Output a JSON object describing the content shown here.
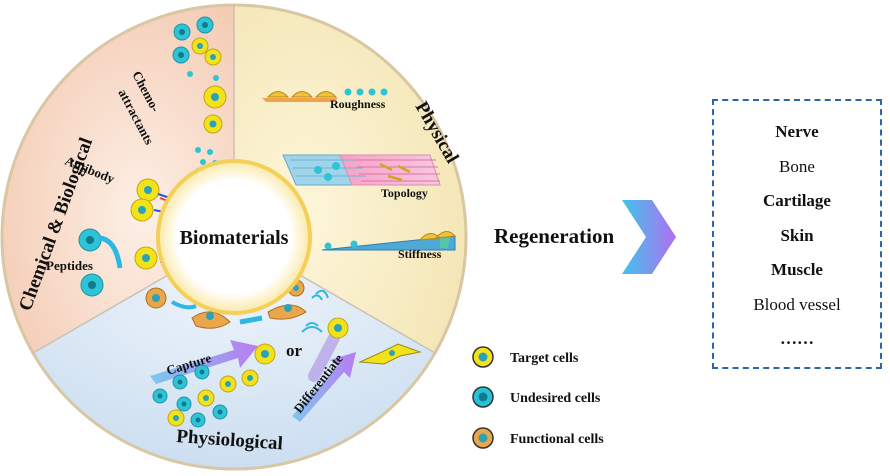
{
  "center_label": "Biomaterials",
  "sectors": {
    "chemical": "Chemical & Biological",
    "physical": "Physical",
    "physiological": "Physiological"
  },
  "chem_items": {
    "chemo1": "Chemo-",
    "chemo2": "attractants",
    "antibody": "Antibody",
    "peptides": "Peptides"
  },
  "phys_items": {
    "roughness": "Roughness",
    "topology": "Topology",
    "stiffness": "Stiffness"
  },
  "physio_items": {
    "capture": "Capture",
    "or": "or",
    "differentiate": "Differentiate"
  },
  "legend": [
    {
      "label": "Target cells",
      "color": "#f2e21a"
    },
    {
      "label": "Undesired cells",
      "color": "#26c3d8"
    },
    {
      "label": "Functional cells",
      "color": "#e9a64a"
    }
  ],
  "regeneration": "Regeneration",
  "tissues": [
    "Nerve",
    "Bone",
    "Cartilage",
    "Skin",
    "Muscle",
    "Blood vessel",
    "……"
  ]
}
